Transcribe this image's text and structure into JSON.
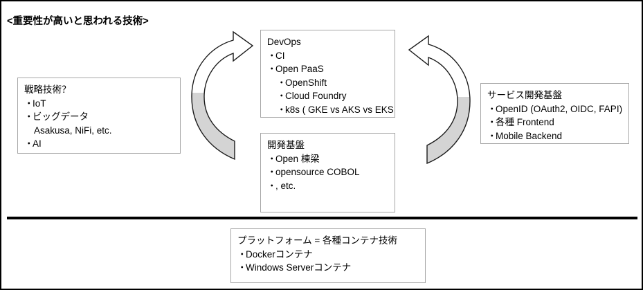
{
  "page": {
    "title": "<重要性が高いと思われる技術>",
    "divider_color": "#000000",
    "border_color": "#000000",
    "box_border_color": "#a6a6a6",
    "arrow_fill_gray": "#d4d4d4",
    "arrow_fill_white": "#ffffff",
    "arrow_stroke": "#1a1a1a"
  },
  "boxes": {
    "strategy": {
      "name": "戦略技術？",
      "lines": [
        {
          "bullet": "・",
          "text": "IoT",
          "indent": 1
        },
        {
          "bullet": "・",
          "text": "ビッグデータ",
          "indent": 1
        },
        {
          "bullet": "",
          "text": "Asakusa, NiFi, etc.",
          "indent": 2
        },
        {
          "bullet": "・",
          "text": "AI",
          "indent": 1
        }
      ]
    },
    "devops": {
      "name": "DevOps",
      "lines": [
        {
          "bullet": "・",
          "text": "CI",
          "indent": 1
        },
        {
          "bullet": "・",
          "text": "Open PaaS",
          "indent": 1
        },
        {
          "bullet": "・",
          "text": "OpenShift",
          "indent": 2
        },
        {
          "bullet": "・",
          "text": "Cloud Foundry",
          "indent": 2
        },
        {
          "bullet": "・",
          "text": "k8s ( GKE vs AKS vs EKS",
          "indent": 2
        }
      ]
    },
    "dev_base": {
      "name": "開発基盤",
      "lines": [
        {
          "bullet": "・",
          "text": "Open 棟梁",
          "indent": 1
        },
        {
          "bullet": "・",
          "text": "opensource COBOL",
          "indent": 1
        },
        {
          "bullet": "・",
          "text": ", etc.",
          "indent": 1
        }
      ]
    },
    "service_base": {
      "name": "サービス開発基盤",
      "lines": [
        {
          "bullet": "・",
          "text": "OpenID (OAuth2, OIDC, FAPI)",
          "indent": 1
        },
        {
          "bullet": "・",
          "text": "各種 Frontend",
          "indent": 1
        },
        {
          "bullet": "・",
          "text": "Mobile Backend",
          "indent": 1
        }
      ]
    },
    "platform": {
      "name": "プラットフォーム = 各種コンテナ技術",
      "lines": [
        {
          "bullet": "・",
          "text": "Dockerコンテナ",
          "indent": 1
        },
        {
          "bullet": "・",
          "text": "Windows Serverコンテナ",
          "indent": 1
        }
      ]
    }
  },
  "arrows": {
    "left": {
      "label": "curved-arrow-up-right",
      "direction": "clockwise-up"
    },
    "right": {
      "label": "curved-arrow-up-left",
      "direction": "counterclockwise-up"
    }
  }
}
